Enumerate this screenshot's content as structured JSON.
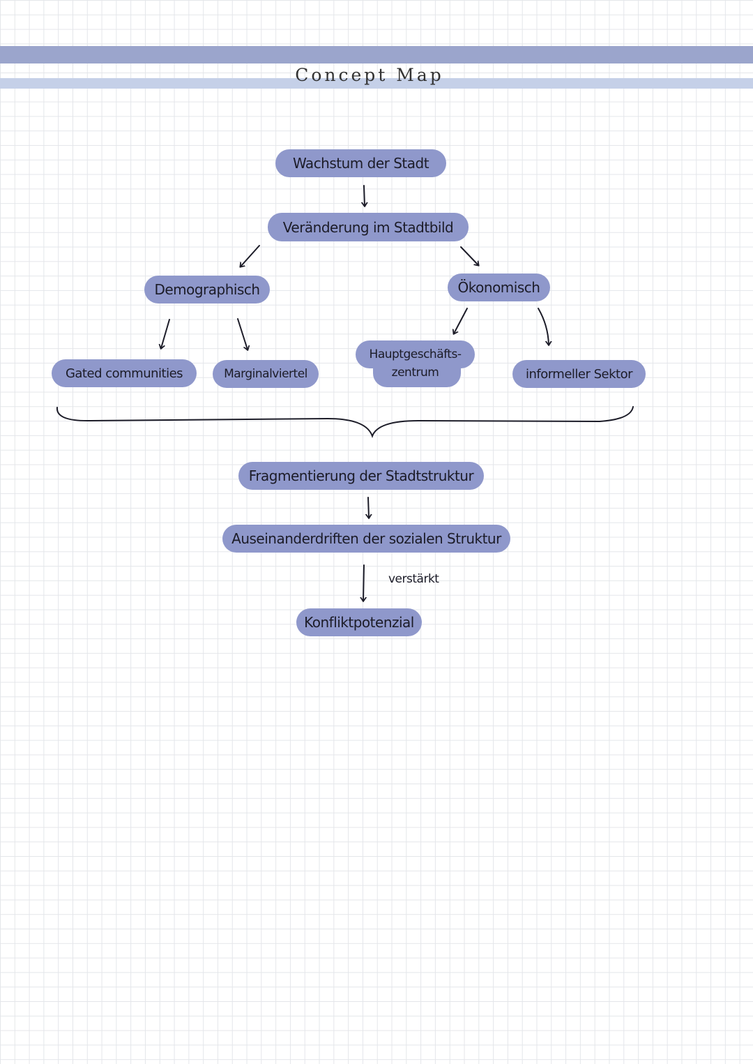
{
  "title": "Concept Map",
  "nodes": {
    "wachstum": "Wachstum der Stadt",
    "veraenderung": "Veränderung im Stadtbild",
    "demographisch": "Demographisch",
    "oekonomisch": "Ökonomisch",
    "gated": "Gated communities",
    "marginal": "Marginalviertel",
    "hauptgeschaefts_line1": "Hauptgeschäfts-",
    "hauptgeschaefts_line2": "zentrum",
    "informeller": "informeller Sektor",
    "fragmentierung": "Fragmentierung der Stadtstruktur",
    "auseinander": "Auseinanderdriften der sozialen Struktur",
    "konflikt": "Konfliktpotenzial"
  },
  "edge_labels": {
    "verstaerkt": "verstärkt"
  },
  "colors": {
    "node_fill": "#8f98cb",
    "band_dark": "#9ba5cc",
    "band_light": "#c5d0e8",
    "ink": "#1c1c28"
  }
}
